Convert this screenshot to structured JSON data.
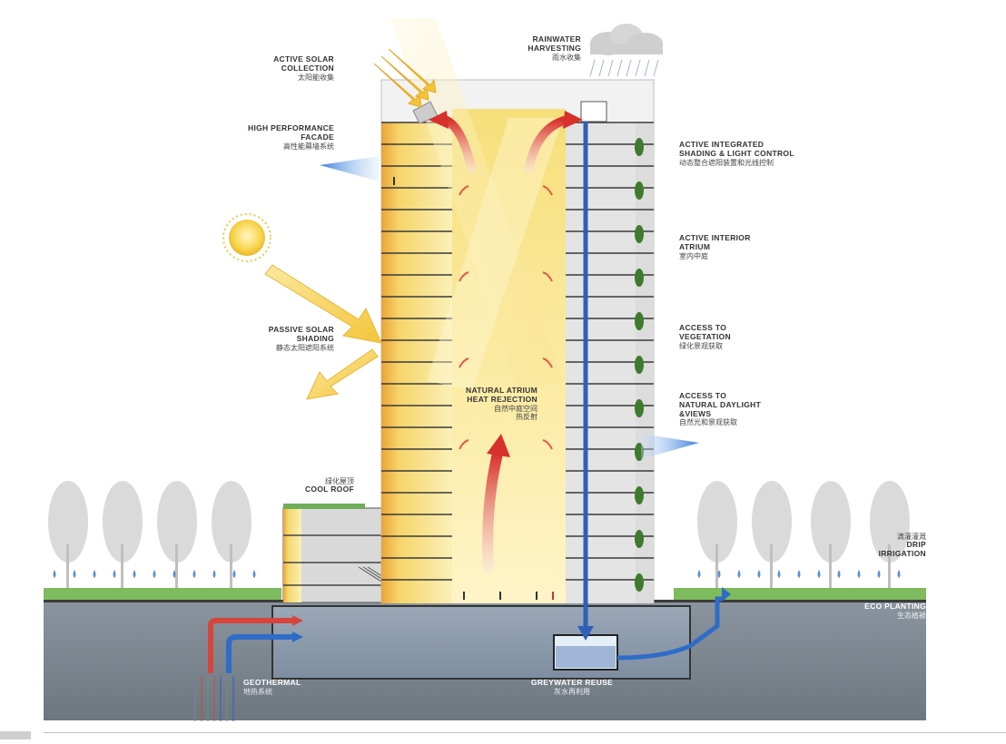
{
  "labels": {
    "active_solar": {
      "en": [
        "ACTIVE SOLAR",
        "COLLECTION"
      ],
      "zh": "太阳能收集"
    },
    "rainwater": {
      "en": [
        "RAINWATER",
        "HARVESTING"
      ],
      "zh": "雨水收集"
    },
    "facade": {
      "en": [
        "HIGH PERFORMANCE",
        "FACADE"
      ],
      "zh": "高性能幕墙系统"
    },
    "shading_control": {
      "en": [
        "ACTIVE INTEGRATED",
        "SHADING & LIGHT CONTROL"
      ],
      "zh": "动态整合遮阳装置和光线控制"
    },
    "interior_atrium": {
      "en": [
        "ACTIVE INTERIOR",
        "ATRIUM"
      ],
      "zh": "室内中庭"
    },
    "passive_shading": {
      "en": [
        "PASSIVE SOLAR",
        "SHADING"
      ],
      "zh": "静态太阳遮阳系统"
    },
    "vegetation": {
      "en": [
        "ACCESS TO",
        "VEGETATION"
      ],
      "zh": "绿化景观获取"
    },
    "heat_rejection": {
      "en": [
        "NATURAL ATRIUM",
        "HEAT REJECTION"
      ],
      "zh": [
        "自然中庭空间",
        "热反射"
      ]
    },
    "daylight": {
      "en": [
        "ACCESS TO",
        "NATURAL DAYLIGHT",
        "&VIEWS"
      ],
      "zh": "自然光和景观获取"
    },
    "cool_roof": {
      "en": [
        "COOL ROOF"
      ],
      "zh": "绿化屋顶"
    },
    "drip": {
      "en": [
        "DRIP",
        "IRRIGATION"
      ],
      "zh": "滴灌灌溉"
    },
    "eco_planting": {
      "en": [
        "ECO PLANTING"
      ],
      "zh": "生态植被"
    },
    "geothermal": {
      "en": [
        "GEOTHERMAL"
      ],
      "zh": "地热系统"
    },
    "greywater": {
      "en": [
        "GREYWATER REUSE"
      ],
      "zh": "灰水再利用"
    }
  },
  "colors": {
    "sun": "#f7d44a",
    "warm_air": "#e0463a",
    "cool_water": "#2f5fb8",
    "ground": "#7b8794",
    "vegetation": "#5fa84a",
    "glass_blue": "#5a8fd6"
  }
}
